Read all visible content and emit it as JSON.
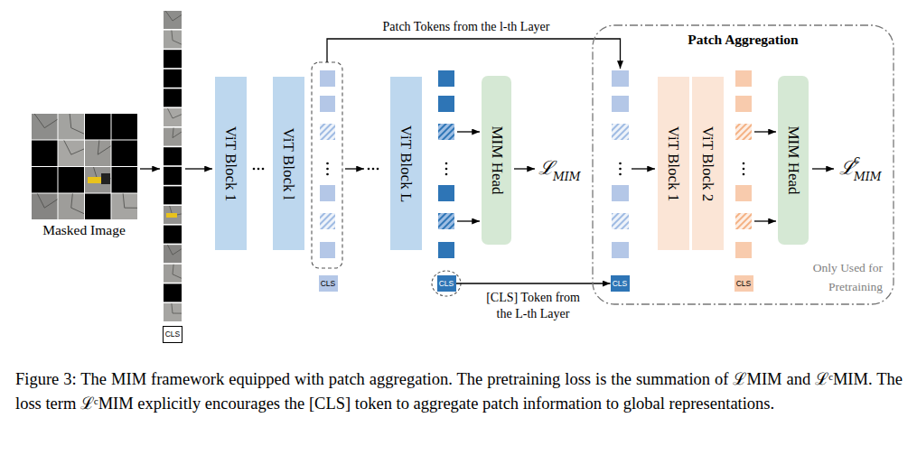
{
  "diagram": {
    "caption": "Figure 3: The MIM framework equipped with patch aggregation. The pretraining loss is the summation of ℒMIM and ℒᶜMIM. The loss term ℒᶜMIM explicitly encourages the [CLS] token to aggregate patch information to global representations.",
    "nodes": [
      {
        "text": [
          "CLS"
        ]
      },
      {
        "text": [
          "ViT Block 1"
        ]
      },
      {
        "text": [
          "ViT Block l"
        ]
      },
      {
        "text": [
          "CLS"
        ]
      },
      {
        "text": [
          "ViT Block L"
        ]
      },
      {
        "text": [
          "CLS"
        ]
      },
      {
        "text": [
          "MIM Head"
        ]
      },
      {
        "text": [
          "Patch Aggregation",
          "Only Used for Pretraining"
        ]
      },
      {
        "text": [
          "CLS"
        ],
        "in": 7
      },
      {
        "text": [
          "ViT Block 1"
        ],
        "in": 7
      },
      {
        "text": [
          "ViT Block 2"
        ],
        "in": 7
      },
      {
        "text": [
          "CLS"
        ],
        "in": 7
      },
      {
        "text": [
          "MIM Head"
        ],
        "in": 7
      }
    ],
    "edges": [
      {
        "from": 5,
        "to": 8,
        "arrow": "to",
        "label": "[CLS] Token from the L-th Layer"
      }
    ],
    "labels": [
      "Masked Image",
      "Patch Tokens from the l-th Layer",
      "ℒ",
      "MIM",
      "ℒ",
      "c",
      "MIM"
    ]
  }
}
